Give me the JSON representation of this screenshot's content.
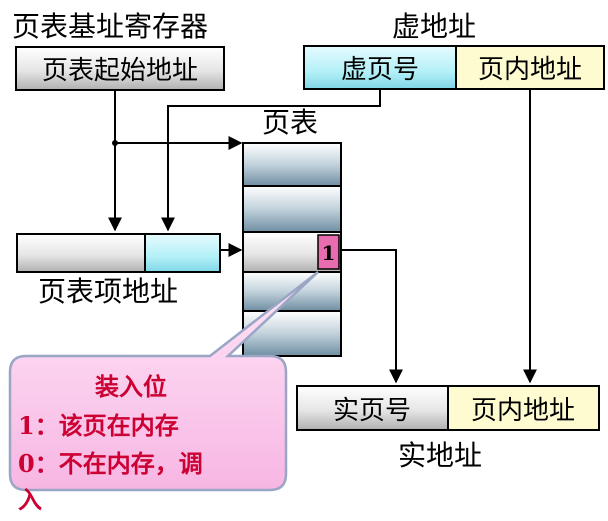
{
  "labels": {
    "page_table_base_register": "页表基址寄存器",
    "page_table_start": "页表起始地址",
    "virtual_address": "虚地址",
    "virtual_page_number": "虚页号",
    "page_offset_virtual": "页内地址",
    "page_table": "页表",
    "page_table_entry_address": "页表项地址",
    "present_bit_value": "1",
    "real_page_number": "实页号",
    "page_offset_real": "页内地址",
    "real_address": "实地址"
  },
  "callout": {
    "title": "装入位",
    "line1": "1：该页在内存",
    "line2": "0：不在内存，调",
    "line3": "入"
  },
  "colors": {
    "grey_box": "#d9d9d9",
    "cyan_box": "#b3f0f7",
    "yellow_box": "#fffbd1",
    "table_dark": "#8aa3b3",
    "present_bit": "#e86cb0",
    "callout_fill": "#fbd0f0",
    "callout_text": "#cc0033"
  }
}
